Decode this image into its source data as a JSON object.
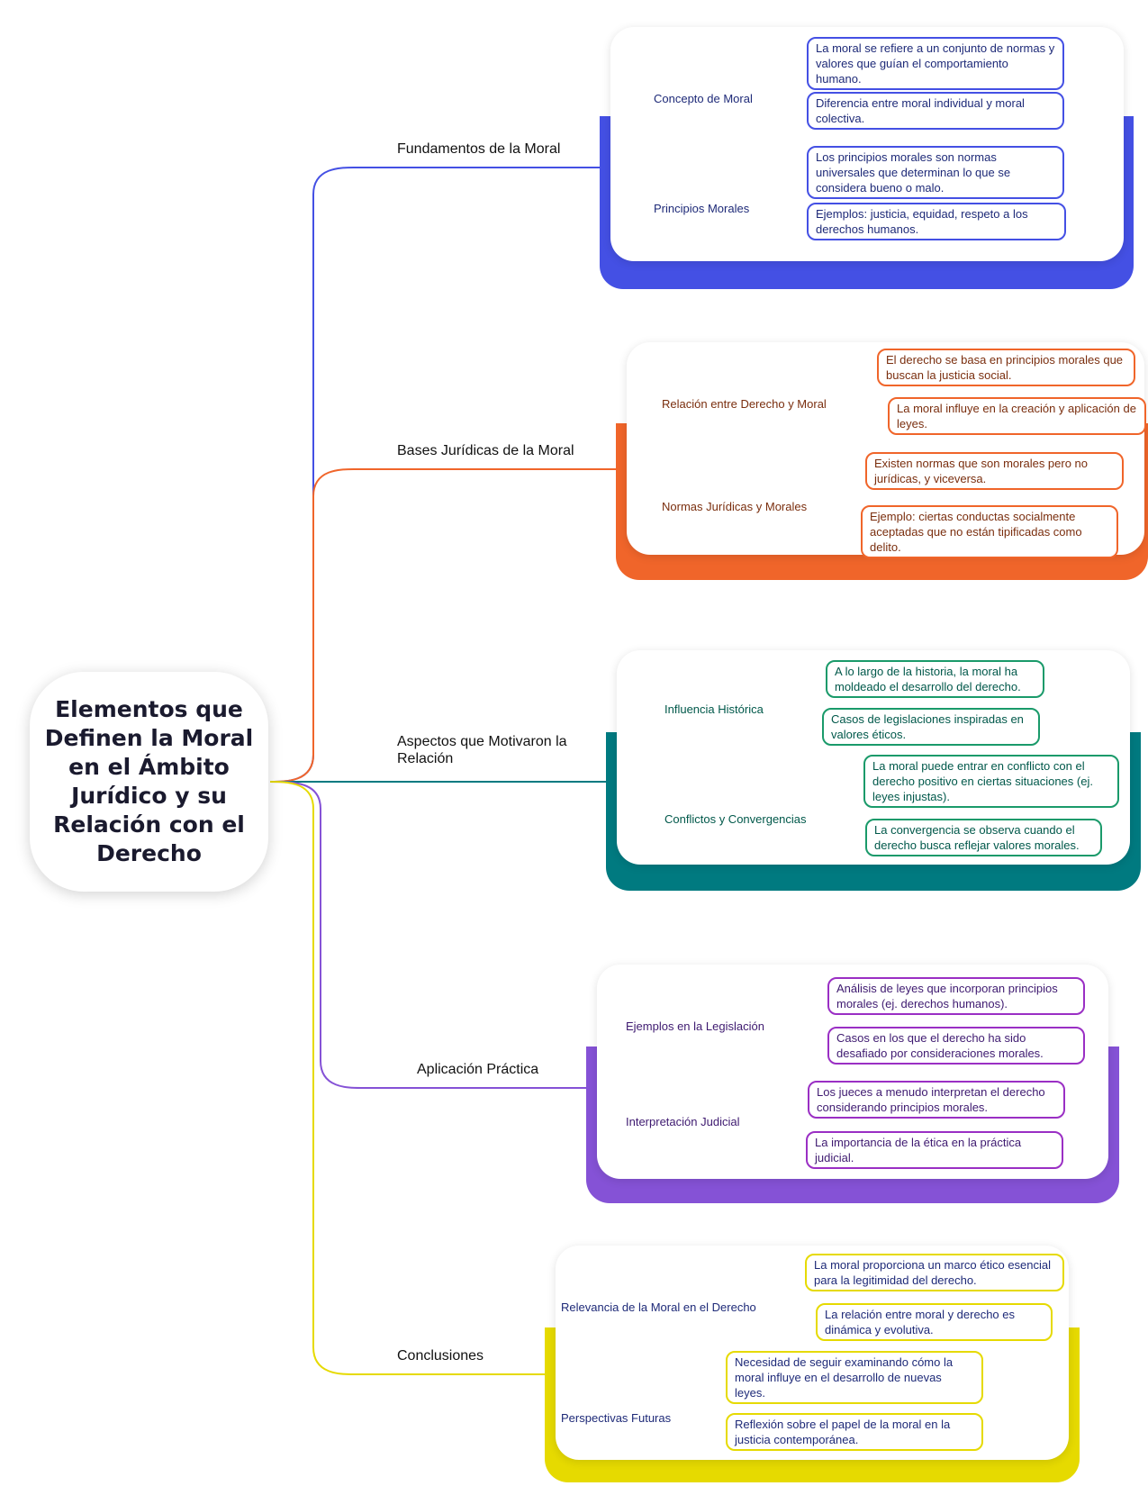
{
  "center_title": "Elementos que Definen la Moral en el Ámbito Jurídico y su Relación con el Derecho",
  "colors": {
    "blue": "#4450e4",
    "orange": "#f0652a",
    "teal": "#007a80",
    "purple": "#8552d6",
    "yellow": "#e6da00"
  },
  "branches": [
    {
      "label": "Fundamentos de la Moral",
      "subs": [
        {
          "label": "Concepto de Moral",
          "leaves": [
            "La moral se refiere a un conjunto de normas y valores que guían el comportamiento humano.",
            "Diferencia entre moral individual y moral colectiva."
          ]
        },
        {
          "label": "Principios Morales",
          "leaves": [
            "Los principios morales son normas universales que determinan lo que se considera bueno o malo.",
            "Ejemplos: justicia, equidad, respeto a los derechos humanos."
          ]
        }
      ]
    },
    {
      "label": "Bases Jurídicas de la Moral",
      "subs": [
        {
          "label": "Relación entre Derecho y Moral",
          "leaves": [
            "El derecho se basa en principios morales que buscan la justicia social.",
            "La moral influye en la creación y aplicación de leyes."
          ]
        },
        {
          "label": "Normas Jurídicas y Morales",
          "leaves": [
            "Existen normas que son morales pero no jurídicas, y viceversa.",
            "Ejemplo: ciertas conductas socialmente aceptadas que no están tipificadas como delito."
          ]
        }
      ]
    },
    {
      "label": "Aspectos que Motivaron la Relación",
      "subs": [
        {
          "label": "Influencia Histórica",
          "leaves": [
            "A lo largo de la historia, la moral ha moldeado el desarrollo del derecho.",
            "Casos de legislaciones inspiradas en valores éticos."
          ]
        },
        {
          "label": "Conflictos y Convergencias",
          "leaves": [
            "La moral puede entrar en conflicto con el derecho positivo en ciertas situaciones (ej. leyes injustas).",
            "La convergencia se observa cuando el derecho busca reflejar valores morales."
          ]
        }
      ]
    },
    {
      "label": "Aplicación Práctica",
      "subs": [
        {
          "label": "Ejemplos en la Legislación",
          "leaves": [
            "Análisis de leyes que incorporan principios morales (ej. derechos humanos).",
            "Casos en los que el derecho ha sido desafiado por consideraciones morales."
          ]
        },
        {
          "label": "Interpretación Judicial",
          "leaves": [
            "Los jueces a menudo interpretan el derecho considerando principios morales.",
            "La importancia de la ética en la práctica judicial."
          ]
        }
      ]
    },
    {
      "label": "Conclusiones",
      "subs": [
        {
          "label": "Relevancia de la Moral en el Derecho",
          "leaves": [
            "La moral proporciona un marco ético esencial para la legitimidad del derecho.",
            "La relación entre moral y derecho es dinámica y evolutiva."
          ]
        },
        {
          "label": "Perspectivas Futuras",
          "leaves": [
            "Necesidad de seguir examinando cómo la moral influye en el desarrollo de nuevas leyes.",
            "Reflexión sobre el papel de la moral en la justicia contemporánea."
          ]
        }
      ]
    }
  ]
}
